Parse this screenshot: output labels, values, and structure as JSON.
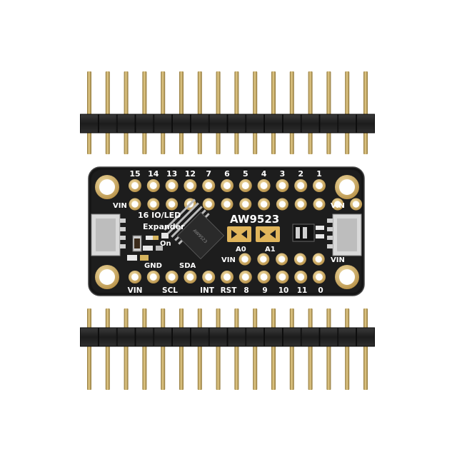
{
  "board": {
    "chip_name": "AW9523",
    "title_line1": "16 IO/LED",
    "title_line2": "Expander",
    "on_label": "On",
    "top_pins": [
      "15",
      "14",
      "13",
      "12",
      "7",
      "6",
      "5",
      "4",
      "3",
      "2",
      "1"
    ],
    "bottom_pins": [
      "VIN",
      "SCL",
      "INT",
      "RST",
      "8",
      "9",
      "10",
      "11",
      "0"
    ],
    "gnd": "GND",
    "sda": "SDA",
    "vin_left": "VIN",
    "vin_right_top": "VIN",
    "vin_right_bottom": "VIN",
    "vin_center": "VIN",
    "a0": "A0",
    "a1": "A1",
    "ic_marking": "AW9523"
  },
  "colors": {
    "pcb": "#1a1a1a",
    "pad_gold": "#d8b36a",
    "pin_gold": "#c9a85a",
    "header_plastic": "#202020",
    "silkscreen": "#ffffff"
  }
}
